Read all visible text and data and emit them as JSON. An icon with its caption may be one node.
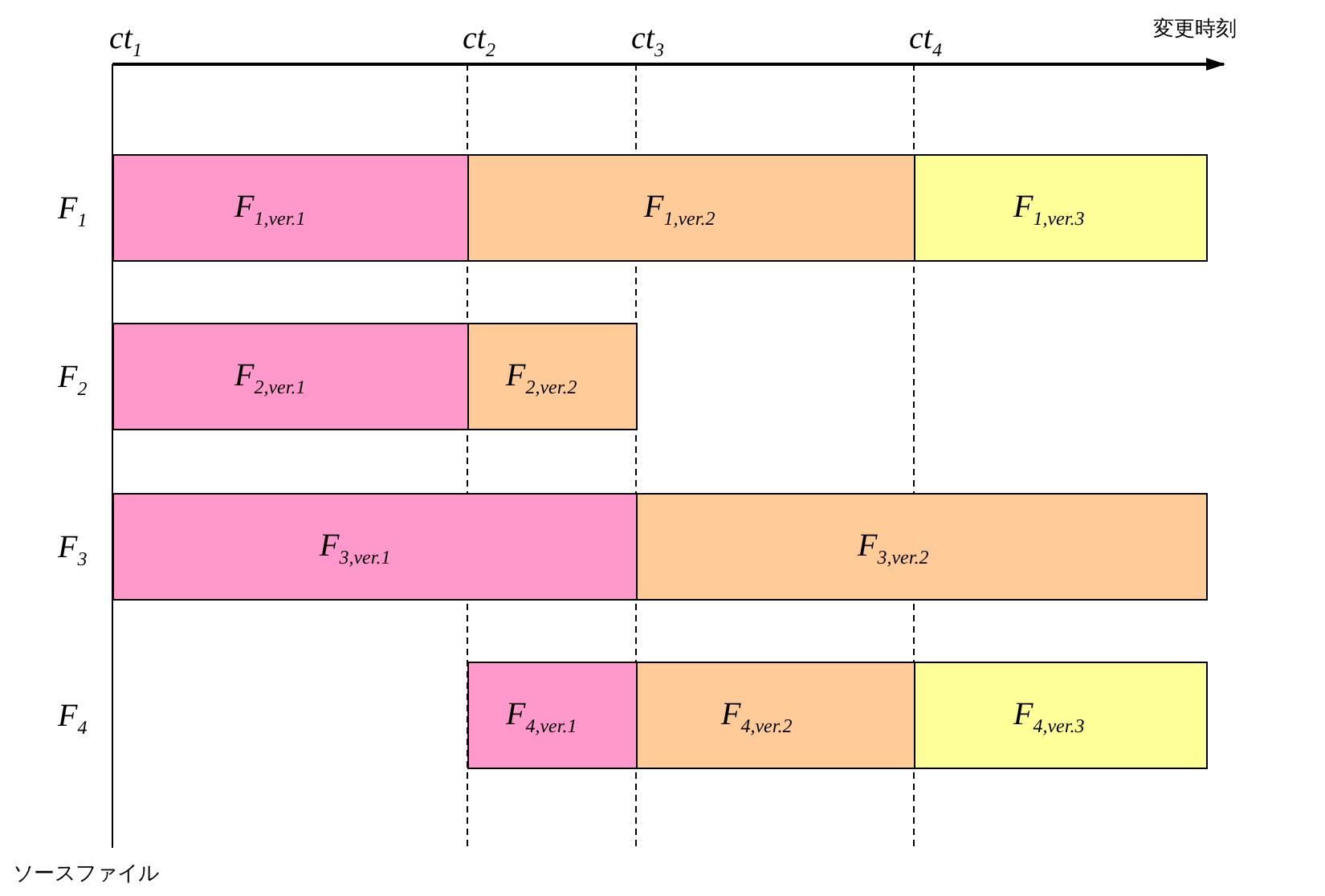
{
  "diagram": {
    "nodes": [
      {
        "text": [
          "F$_{1,ver.1}$"
        ]
      },
      {
        "text": [
          "F$_{1,ver.2}$"
        ]
      },
      {
        "text": [
          "F$_{1,ver.3}$"
        ]
      },
      {
        "text": [
          "F$_{2,ver.1}$"
        ]
      },
      {
        "text": [
          "F$_{2,ver.2}$"
        ]
      },
      {
        "text": [
          "F$_{3,ver.1}$"
        ]
      },
      {
        "text": [
          "F$_{3,ver.2}$"
        ]
      },
      {
        "text": [
          "F$_{4,ver.1}$"
        ]
      },
      {
        "text": [
          "F$_{4,ver.2}$"
        ]
      },
      {
        "text": [
          "F$_{4,ver.3}$"
        ]
      }
    ],
    "labels": [
      "ct$_{1}$",
      "ct$_{2}$",
      "ct$_{3}$",
      "ct$_{4}$",
      "変更時刻",
      "F$_{1}$",
      "F$_{2}$",
      "F$_{3}$",
      "F$_{4}$",
      "ソースファイル"
    ]
  }
}
